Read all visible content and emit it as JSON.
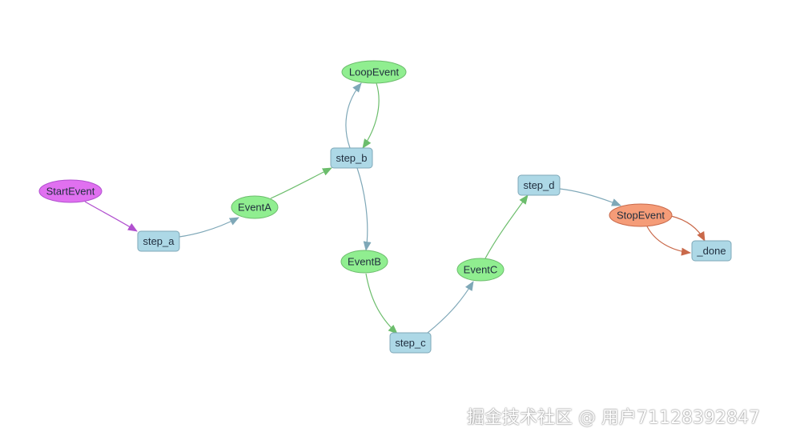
{
  "diagram": {
    "nodes": [
      {
        "id": "StartEvent",
        "label": "StartEvent",
        "kind": "start-event"
      },
      {
        "id": "step_a",
        "label": "step_a",
        "kind": "step"
      },
      {
        "id": "EventA",
        "label": "EventA",
        "kind": "event"
      },
      {
        "id": "step_b",
        "label": "step_b",
        "kind": "step"
      },
      {
        "id": "LoopEvent",
        "label": "LoopEvent",
        "kind": "event"
      },
      {
        "id": "EventB",
        "label": "EventB",
        "kind": "event"
      },
      {
        "id": "step_c",
        "label": "step_c",
        "kind": "step"
      },
      {
        "id": "EventC",
        "label": "EventC",
        "kind": "event"
      },
      {
        "id": "step_d",
        "label": "step_d",
        "kind": "step"
      },
      {
        "id": "StopEvent",
        "label": "StopEvent",
        "kind": "stop-event"
      },
      {
        "id": "_done",
        "label": "_done",
        "kind": "step"
      }
    ],
    "edges": [
      {
        "from": "StartEvent",
        "to": "step_a",
        "color": "#b150cf"
      },
      {
        "from": "step_a",
        "to": "EventA",
        "color": "#7fa8b8"
      },
      {
        "from": "EventA",
        "to": "step_b",
        "color": "#6cbd6c"
      },
      {
        "from": "step_b",
        "to": "LoopEvent",
        "color": "#7fa8b8"
      },
      {
        "from": "LoopEvent",
        "to": "step_b",
        "color": "#6cbd6c"
      },
      {
        "from": "step_b",
        "to": "EventB",
        "color": "#7fa8b8"
      },
      {
        "from": "EventB",
        "to": "step_c",
        "color": "#6cbd6c"
      },
      {
        "from": "step_c",
        "to": "EventC",
        "color": "#7fa8b8"
      },
      {
        "from": "EventC",
        "to": "step_d",
        "color": "#6cbd6c"
      },
      {
        "from": "step_d",
        "to": "StopEvent",
        "color": "#7fa8b8"
      },
      {
        "from": "StopEvent",
        "to": "_done",
        "color": "#c9694a"
      },
      {
        "from": "StopEvent",
        "to": "_done",
        "color": "#c9694a"
      }
    ],
    "colors": {
      "step_fill": "#add8e6",
      "step_stroke": "#7fa8b8",
      "event_fill": "#90ee90",
      "event_stroke": "#6cbd6c",
      "start_fill": "#e070f0",
      "start_stroke": "#b150cf",
      "stop_fill": "#f59c78",
      "stop_stroke": "#c9694a"
    }
  },
  "watermark": {
    "text": "掘金技术社区 @ 用户7112839284​7"
  }
}
